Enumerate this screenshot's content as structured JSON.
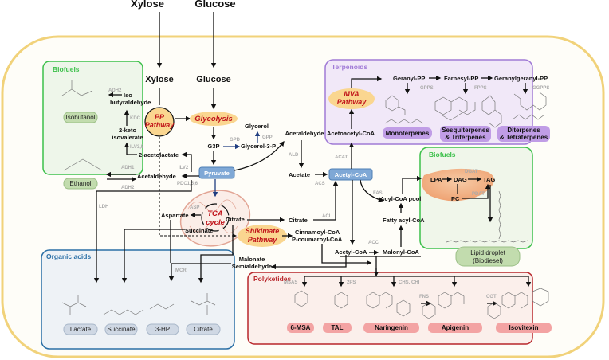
{
  "sources": {
    "xylose": "Xylose",
    "glucose": "Glucose"
  },
  "cell": {
    "xylose": "Xylose",
    "glucose": "Glucose",
    "pp_pathway": [
      "PP",
      "Pathway"
    ],
    "glycolysis": "Glycolysis",
    "glycerol": "Glycerol",
    "gpp": "GPP",
    "g3p": "G3P",
    "gpd": "GPD",
    "glycerol3p": "Glycerol-3-P",
    "pyruvate": "Pyruvate",
    "acetaldehyde_right": "Acetaldehyde",
    "ald": "ALD",
    "acetate": "Acetate",
    "acs": "ACS",
    "acetyl_coa": "Acetyl-CoA",
    "acat": "ACAT",
    "fas": "FAS",
    "acyl_coa_pool": "Acyl-CoA pool",
    "fatty_acyl_coa": "Fatty acyl-CoA",
    "acl": "ACL",
    "citrate_cyt": "Citrate",
    "acc": "ACC",
    "acetyl_coa2": "Acetyl-CoA",
    "malonyl_coa": "Malonyl-CoA",
    "cinnamoyl": "Cinnamoyl-CoA",
    "pcoumaroyl": "P-coumaroyl-CoA",
    "shikimate": [
      "Shikimate",
      "Pathway"
    ],
    "tca": [
      "TCA",
      "cycle"
    ],
    "citrate_mito": "Citrate",
    "aspartate": "Aspartate",
    "asp": "ASP",
    "succinate": "Succinate",
    "malonate_semi": [
      "Malonate",
      "Semialdehyde"
    ],
    "mcr": "MCR",
    "ldh": "LDH",
    "acetolactate": "2-acetolactate",
    "ilv2": "ILV2",
    "acetaldehyde_left": "Acetaldehyde",
    "pdc": "PDC1,5,6",
    "ilv35": "ILV3,5",
    "keto": [
      "2-keto",
      "isovalerate"
    ],
    "kdc": "KDC",
    "isobutyraldehyde": [
      "Iso",
      "butyraldehyde"
    ],
    "adh2_top": "ADH2",
    "adh1": "ADH1",
    "adh2_bot": "ADH2"
  },
  "biofuels_left": {
    "title": "Biofuels",
    "products": [
      "Isobutanol",
      "Ethanol"
    ]
  },
  "terpenoids": {
    "title": "Terpenoids",
    "mva": [
      "MVA",
      "Pathway"
    ],
    "acetoacetyl": "Acetoacetyl-CoA",
    "geranyl": "Geranyl-PP",
    "farnesyl": "Farnesyl-PP",
    "geranylgeranyl": "Geranylgeranyl-PP",
    "gpps": "GPPS",
    "fpps": "FPPS",
    "ggpps": "GGPPS",
    "products": [
      [
        "Monoterpenes"
      ],
      [
        "Sesquiterpenes",
        "& Triterpenes"
      ],
      [
        "Diterpenes",
        "& Tetraterpenes"
      ]
    ]
  },
  "biofuels_right": {
    "title": "Biofuels",
    "lpa": "LPA",
    "dag": "DAG",
    "tag": "TAG",
    "pc": "PC",
    "dgat": "DGAT",
    "pdat": "PDAT",
    "product": [
      "Lipid droplet",
      "(Biodiesel)"
    ]
  },
  "organic_acids": {
    "title": "Organic acids",
    "products": [
      "Lactate",
      "Succinate",
      "3-HP",
      "Citrate"
    ]
  },
  "polyketides": {
    "title": "Polyketides",
    "enzymes": [
      "MSAS",
      "2PS",
      "CHS, CHI",
      "FNS",
      "CGT"
    ],
    "products": [
      "6-MSA",
      "TAL",
      "Naringenin",
      "Apigenin",
      "Isovitexin"
    ]
  },
  "colors": {
    "cell_border": "#f1d27a",
    "biofuels": "#3cc04a",
    "terpenoids": "#a07ad6",
    "organic_acids": "#2a6fa6",
    "polyketides": "#b8262b",
    "pathway_red": "#c0121a",
    "hub_blue": "#7fa8d6"
  }
}
